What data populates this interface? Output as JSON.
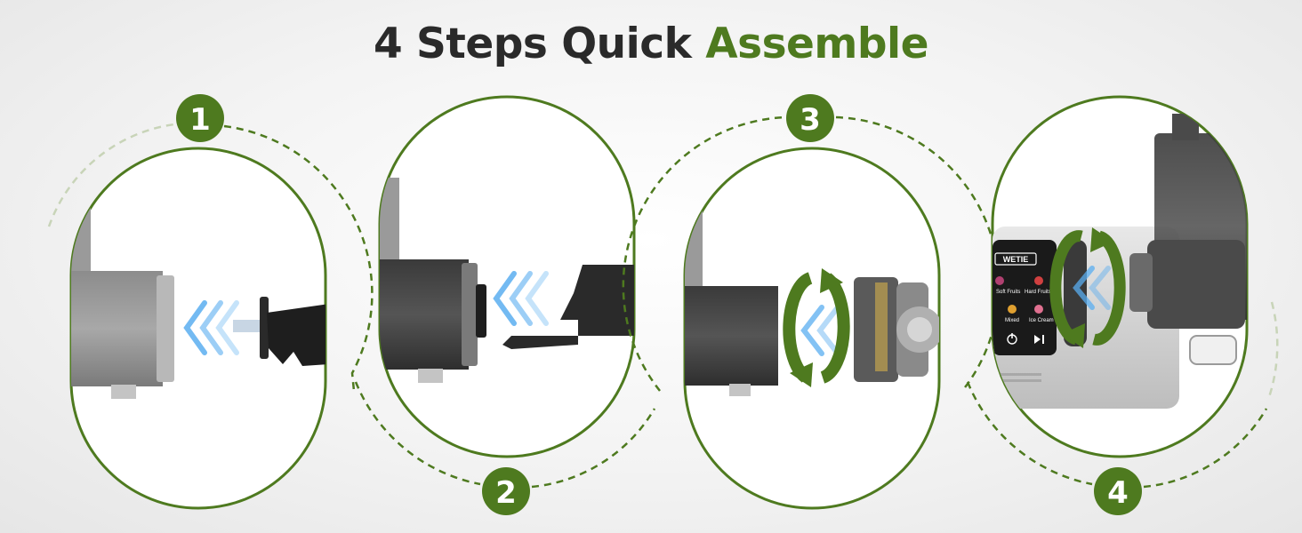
{
  "title": {
    "prefix": "4 Steps Quick",
    "accent": "Assemble"
  },
  "colors": {
    "accent": "#4e7a1f",
    "arrow": "#5aaef0",
    "background": "#f2f2f2"
  },
  "steps": [
    {
      "number": "1"
    },
    {
      "number": "2"
    },
    {
      "number": "3"
    },
    {
      "number": "4"
    }
  ],
  "panel4": {
    "brand": "WETIE",
    "menu": [
      "Soft Fruits",
      "Hard Fruits",
      "Mixed",
      "Ice Cream"
    ]
  },
  "icons": [
    "double-chevron-arrow-icon",
    "rotate-clockwise-icon",
    "power-icon",
    "play-pause-icon"
  ]
}
